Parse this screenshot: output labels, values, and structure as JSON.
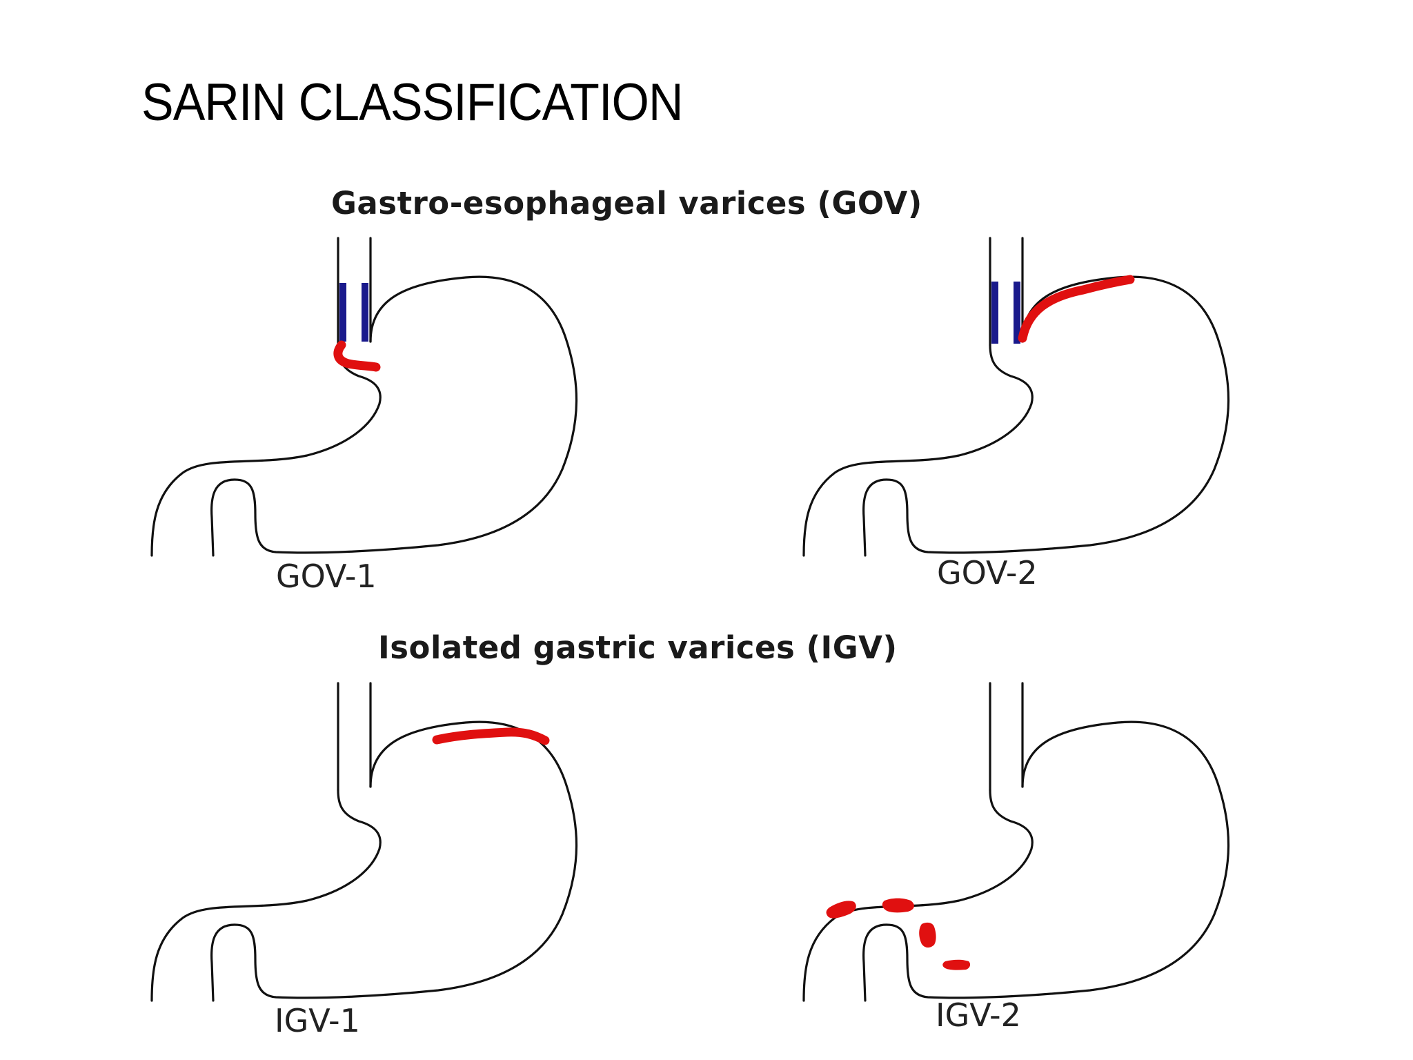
{
  "slide": {
    "title": "SARIN CLASSIFICATION"
  },
  "diagram": {
    "sections": [
      {
        "heading": "Gastro-esophageal varices (GOV)",
        "panels": [
          {
            "label": "GOV-1"
          },
          {
            "label": "GOV-2"
          }
        ]
      },
      {
        "heading": "Isolated gastric varices (IGV)",
        "panels": [
          {
            "label": "IGV-1"
          },
          {
            "label": "IGV-2"
          }
        ]
      }
    ]
  },
  "colors": {
    "varix": "#e01010",
    "vein": "#1a1a8c",
    "outline": "#111111",
    "background": "#ffffff"
  }
}
